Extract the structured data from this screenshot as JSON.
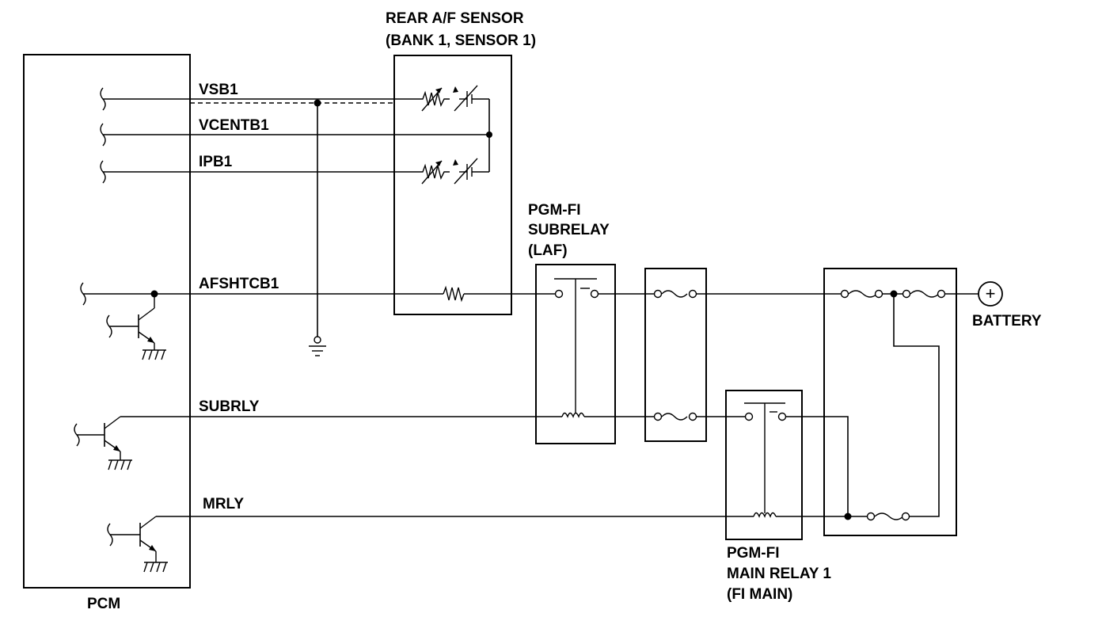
{
  "labels": {
    "sensor_title_line1": "REAR A/F SENSOR",
    "sensor_title_line2": "(BANK 1, SENSOR 1)",
    "vsb1": "VSB1",
    "vcentb1": "VCENTB1",
    "ipb1": "IPB1",
    "afshtcb1": "AFSHTCB1",
    "subrly": "SUBRLY",
    "mrly": "MRLY",
    "pcm": "PCM",
    "subrelay_line1": "PGM-FI",
    "subrelay_line2": "SUBRELAY",
    "subrelay_line3": "(LAF)",
    "battery": "BATTERY",
    "battery_symbol": "+",
    "main_relay_line1": "PGM-FI",
    "main_relay_line2": "MAIN RELAY 1",
    "main_relay_line3": "(FI MAIN)"
  },
  "colors": {
    "line": "#000000",
    "background": "#ffffff"
  }
}
